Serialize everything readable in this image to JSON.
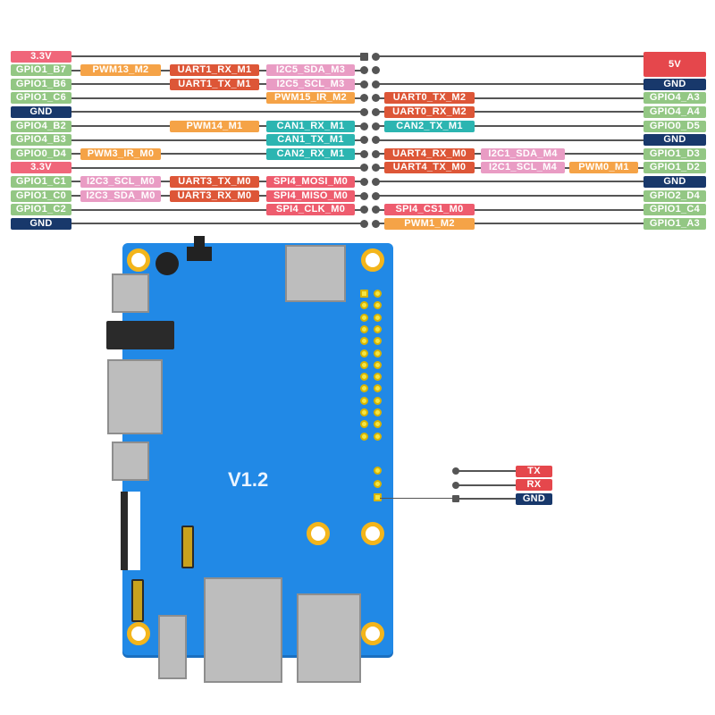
{
  "colors": {
    "gpio": "#93c784",
    "gnd": "#18386b",
    "v33": "#f0667a",
    "v5": "#e5474c",
    "pwm": "#f5a347",
    "uart": "#dd5637",
    "i2c": "#e99cc4",
    "can": "#2cb5b1",
    "spi": "#ee5c6e",
    "board": "#2189e6"
  },
  "rows": [
    {
      "left": {
        "t": "3.3V",
        "c": "v33"
      },
      "lf": [
        null,
        null,
        null
      ],
      "rf": [
        null,
        null,
        null
      ],
      "right": {
        "t": "5V",
        "c": "v5"
      }
    },
    {
      "left": {
        "t": "GPIO1_B7",
        "c": "gpio"
      },
      "lf": [
        {
          "t": "PWM13_M2",
          "c": "pwm"
        },
        {
          "t": "UART1_RX_M1",
          "c": "uart"
        },
        {
          "t": "I2C5_SDA_M3",
          "c": "i2c"
        }
      ],
      "rf": [
        null,
        null,
        null
      ],
      "right": null
    },
    {
      "left": {
        "t": "GPIO1_B6",
        "c": "gpio"
      },
      "lf": [
        null,
        {
          "t": "UART1_TX_M1",
          "c": "uart"
        },
        {
          "t": "I2C5_SCL_M3",
          "c": "i2c"
        }
      ],
      "rf": [
        null,
        null,
        null
      ],
      "right": {
        "t": "GND",
        "c": "gnd"
      }
    },
    {
      "left": {
        "t": "GPIO1_C6",
        "c": "gpio"
      },
      "lf": [
        null,
        null,
        {
          "t": "PWM15_IR_M2",
          "c": "pwm"
        }
      ],
      "rf": [
        {
          "t": "UART0_TX_M2",
          "c": "uart"
        },
        null,
        null
      ],
      "right": {
        "t": "GPIO4_A3",
        "c": "gpio"
      }
    },
    {
      "left": {
        "t": "GND",
        "c": "gnd"
      },
      "lf": [
        null,
        null,
        null
      ],
      "rf": [
        {
          "t": "UART0_RX_M2",
          "c": "uart"
        },
        null,
        null
      ],
      "right": {
        "t": "GPIO4_A4",
        "c": "gpio"
      }
    },
    {
      "left": {
        "t": "GPIO4_B2",
        "c": "gpio"
      },
      "lf": [
        null,
        {
          "t": "PWM14_M1",
          "c": "pwm"
        },
        {
          "t": "CAN1_RX_M1",
          "c": "can"
        }
      ],
      "rf": [
        {
          "t": "CAN2_TX_M1",
          "c": "can"
        },
        null,
        null
      ],
      "right": {
        "t": "GPIO0_D5",
        "c": "gpio"
      }
    },
    {
      "left": {
        "t": "GPIO4_B3",
        "c": "gpio"
      },
      "lf": [
        null,
        null,
        {
          "t": "CAN1_TX_M1",
          "c": "can"
        }
      ],
      "rf": [
        null,
        null,
        null
      ],
      "right": {
        "t": "GND",
        "c": "gnd"
      }
    },
    {
      "left": {
        "t": "GPIO0_D4",
        "c": "gpio"
      },
      "lf": [
        {
          "t": "PWM3_IR_M0",
          "c": "pwm"
        },
        null,
        {
          "t": "CAN2_RX_M1",
          "c": "can"
        }
      ],
      "rf": [
        {
          "t": "UART4_RX_M0",
          "c": "uart"
        },
        {
          "t": "I2C1_SDA_M4",
          "c": "i2c"
        },
        null
      ],
      "right": {
        "t": "GPIO1_D3",
        "c": "gpio"
      }
    },
    {
      "left": {
        "t": "3.3V",
        "c": "v33"
      },
      "lf": [
        null,
        null,
        null
      ],
      "rf": [
        {
          "t": "UART4_TX_M0",
          "c": "uart"
        },
        {
          "t": "I2C1_SCL_M4",
          "c": "i2c"
        },
        {
          "t": "PWM0_M1",
          "c": "pwm"
        }
      ],
      "right": {
        "t": "GPIO1_D2",
        "c": "gpio"
      }
    },
    {
      "left": {
        "t": "GPIO1_C1",
        "c": "gpio"
      },
      "lf": [
        {
          "t": "I2C3_SCL_M0",
          "c": "i2c"
        },
        {
          "t": "UART3_TX_M0",
          "c": "uart"
        },
        {
          "t": "SPI4_MOSI_M0",
          "c": "spi"
        }
      ],
      "rf": [
        null,
        null,
        null
      ],
      "right": {
        "t": "GND",
        "c": "gnd"
      }
    },
    {
      "left": {
        "t": "GPIO1_C0",
        "c": "gpio"
      },
      "lf": [
        {
          "t": "I2C3_SDA_M0",
          "c": "i2c"
        },
        {
          "t": "UART3_RX_M0",
          "c": "uart"
        },
        {
          "t": "SPI4_MISO_M0",
          "c": "spi"
        }
      ],
      "rf": [
        null,
        null,
        null
      ],
      "right": {
        "t": "GPIO2_D4",
        "c": "gpio"
      }
    },
    {
      "left": {
        "t": "GPIO1_C2",
        "c": "gpio"
      },
      "lf": [
        null,
        null,
        {
          "t": "SPI4_CLK_M0",
          "c": "spi"
        }
      ],
      "rf": [
        {
          "t": "SPI4_CS1_M0",
          "c": "spi"
        },
        null,
        null
      ],
      "right": {
        "t": "GPIO1_C4",
        "c": "gpio"
      }
    },
    {
      "left": {
        "t": "GND",
        "c": "gnd"
      },
      "lf": [
        null,
        null,
        null
      ],
      "rf": [
        {
          "t": "PWM1_M2",
          "c": "pwm"
        },
        null,
        null
      ],
      "right": {
        "t": "GPIO1_A3",
        "c": "gpio"
      }
    }
  ],
  "board": {
    "version": "V1.2"
  },
  "debug": [
    {
      "t": "TX",
      "c": "v5"
    },
    {
      "t": "RX",
      "c": "v5"
    },
    {
      "t": "GND",
      "c": "gnd"
    }
  ]
}
